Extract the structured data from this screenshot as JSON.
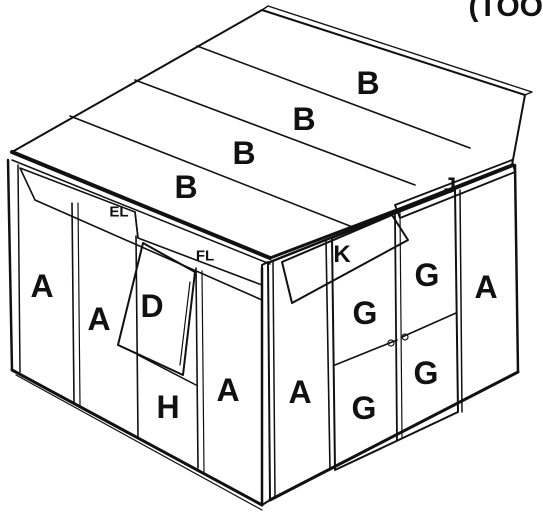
{
  "corner_text": "(TOO",
  "labels": {
    "B1": "B",
    "B2": "B",
    "B3": "B",
    "B4": "B",
    "EL": "EL",
    "FL": "FL",
    "J": "J",
    "K": "K",
    "A1": "A",
    "A2": "A",
    "A3": "A",
    "A4": "A",
    "A5": "A",
    "D": "D",
    "H": "H",
    "G1": "G",
    "G2": "G",
    "G3": "G",
    "G4": "G"
  }
}
